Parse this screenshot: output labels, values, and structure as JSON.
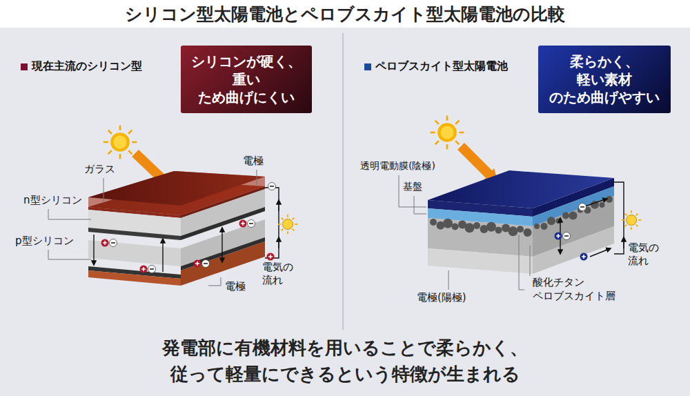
{
  "diagram": {
    "title": "シリコン型太陽電池とペロブスカイト型太陽電池の比較",
    "caption": "発電部に有機材料を用いることで柔らかく、 従って軽量にできるという特徴が生まれる",
    "nodes": [
      {
        "text": [
          "シリコンが硬く、重い ため曲げにくい"
        ]
      },
      {
        "text": [
          "柔らかく、軽い素材 のため曲げやすい"
        ]
      }
    ],
    "labels": [
      "現在主流のシリコン型",
      "ペロブスカイト型太陽電池",
      "ガラス",
      "電極",
      "n型シリコン",
      "p型シリコン",
      "電気の流れ",
      "電極",
      "透明電動膜(陰極)",
      "基盤",
      "電気の流れ",
      "酸化チタン",
      "ペロブスカイト層",
      "電極(陽極)"
    ]
  }
}
